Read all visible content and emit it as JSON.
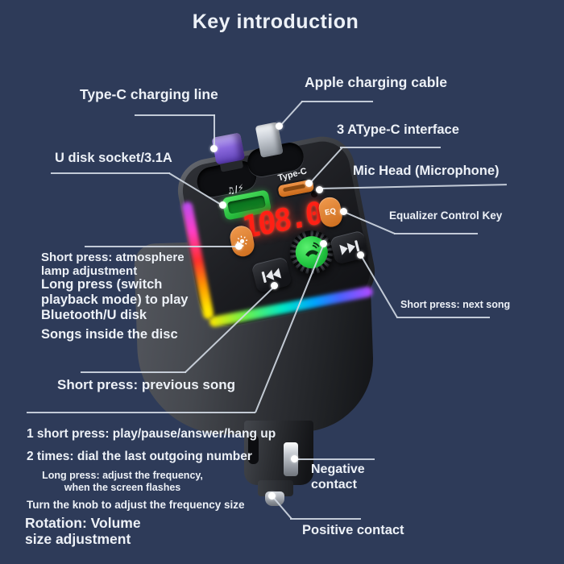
{
  "title": "Key introduction",
  "device": {
    "screen_value": "108.0",
    "port_label": "Type-C",
    "eq_button_label": "EQ",
    "usb_socket_icon": "♫/⚡"
  },
  "annotations": {
    "type_c_line": "Type-C charging line",
    "apple_cable": "Apple charging cable",
    "type_c_interface": "3 AType-C interface",
    "u_disk": "U disk socket/3.1A",
    "mic_head": "Mic Head (Microphone)",
    "equalizer": "Equalizer Control Key",
    "next_song": "Short press: next song",
    "atmosphere": "Short press: atmosphere lamp adjustment",
    "long_press_play": "Long press (switch playback mode) to play Bluetooth/U disk",
    "songs": "Songs inside the disc",
    "previous_song": "Short press: previous song",
    "play_pause": "1 short press: play/pause/answer/hang up",
    "dial": "2 times: dial the last outgoing number",
    "freq_adjust": "Long press: adjust the frequency, when the screen flashes",
    "turn_knob": "Turn the knob to adjust the frequency size",
    "rotation": "Rotation: Volume size adjustment",
    "negative": "Negative contact",
    "positive": "Positive contact"
  },
  "colors": {
    "background": "#2e3b59",
    "text": "#edf1f7",
    "leader_line": "#d3dae4",
    "display_red": "#ff2015",
    "accent_orange": "#e08030",
    "accent_green": "#2ec84a",
    "purple_tip": "#8a68dd"
  }
}
